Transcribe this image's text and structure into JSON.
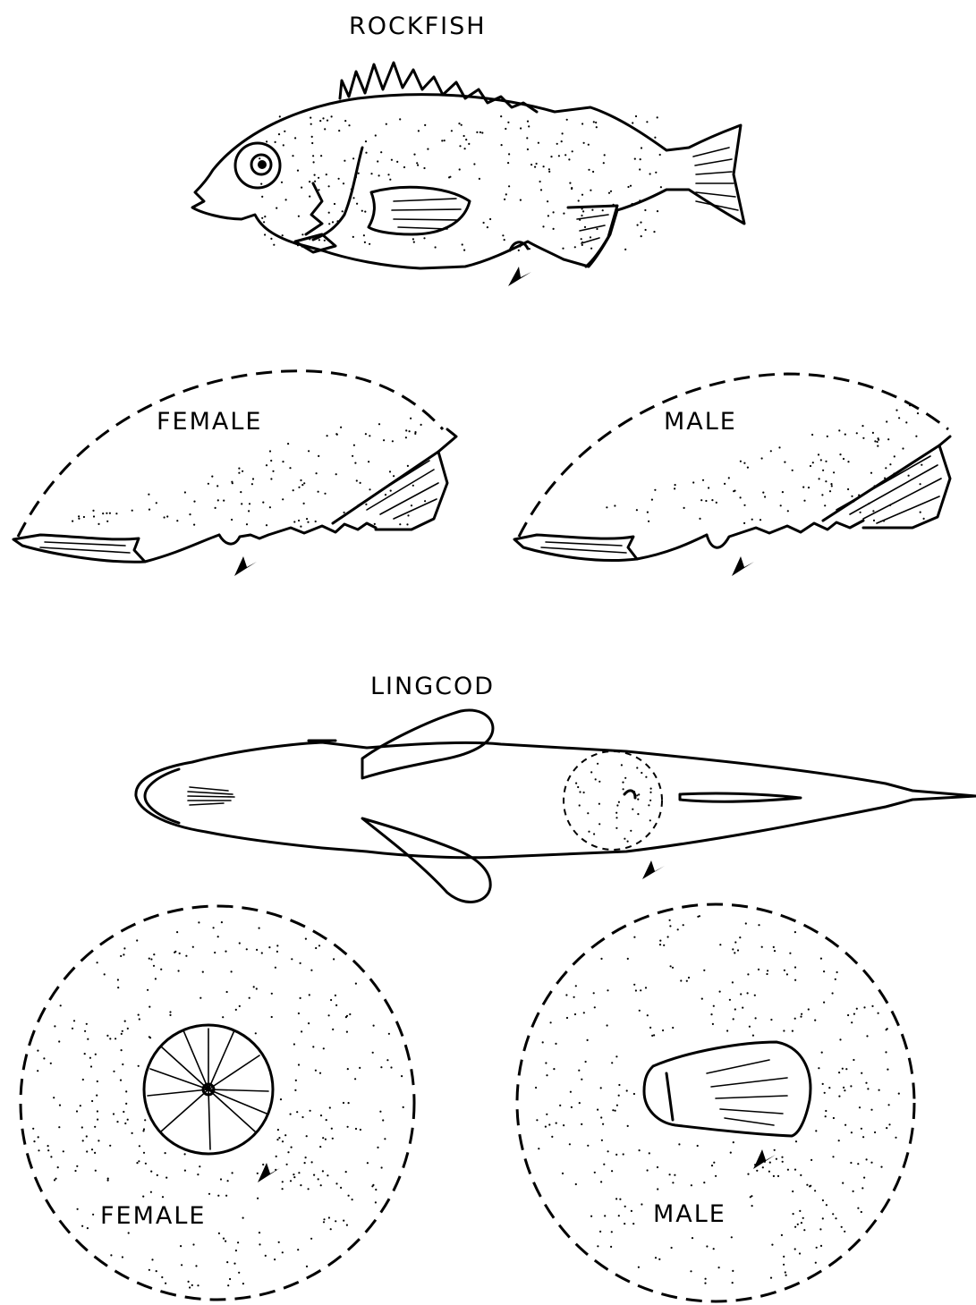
{
  "labels": {
    "rockfish_title": "ROCKFISH",
    "rockfish_female": "FEMALE",
    "rockfish_male": "MALE",
    "lingcod_title": "LINGCOD",
    "lingcod_female": "FEMALE",
    "lingcod_male": "MALE"
  }
}
